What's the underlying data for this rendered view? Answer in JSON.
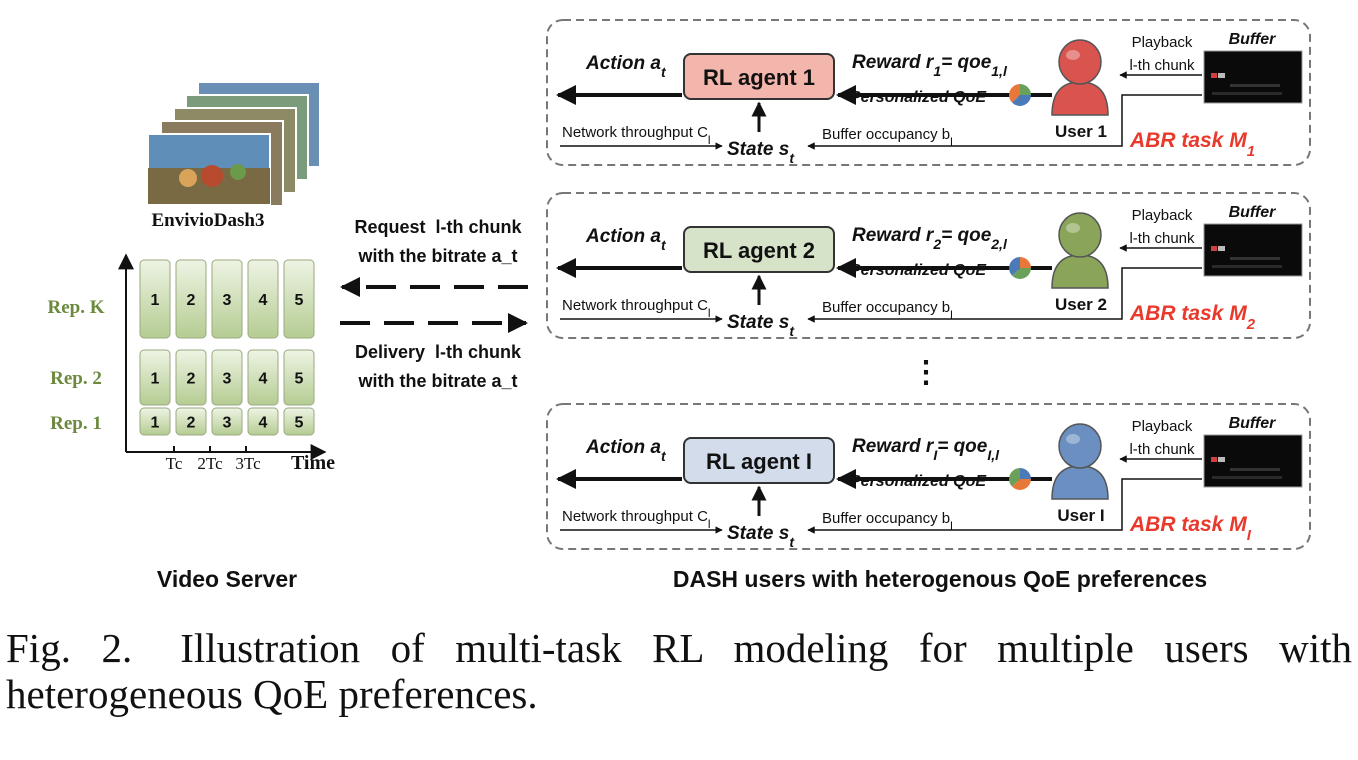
{
  "server": {
    "video_name": "EnvivioDash3",
    "reps": [
      "Rep. K",
      "Rep. 2",
      "Rep. 1"
    ],
    "chunk_numbers": [
      "1",
      "2",
      "3",
      "4",
      "5"
    ],
    "time_ticks": [
      "Tc",
      "2Tc",
      "3Tc"
    ],
    "time_axis_label": "Time",
    "title": "Video Server"
  },
  "links": {
    "request_line1": "Request  l-th chunk",
    "request_line2": "with the bitrate a_t",
    "delivery_line1": "Delivery  l-th chunk",
    "delivery_line2": "with the bitrate a_t"
  },
  "users_panel": {
    "title": "DASH users with heterogenous QoE preferences",
    "ellipsis": "⋮",
    "labels": {
      "action": "Action a_t",
      "state": "State s_t",
      "network": "Network throughput C_l",
      "buffer_occupancy": "Buffer occupancy b_l",
      "personalized_qoe": "Personalized QoE",
      "playback": "Playback",
      "chunk": "l-th chunk",
      "buffer": "Buffer"
    },
    "tasks": [
      {
        "agent": "RL agent 1",
        "reward": "Reward r_1= qoe_1,l",
        "user": "User 1",
        "task": "ABR task M_1",
        "agent_color": "#f3b6ad"
      },
      {
        "agent": "RL agent 2",
        "reward": "Reward r_2= qoe_2,l",
        "user": "User 2",
        "task": "ABR task M_2",
        "agent_color": "#d7e3c8"
      },
      {
        "agent": "RL agent I",
        "reward": "Reward r_I= qoe_I,l",
        "user": "User I",
        "task": "ABR task M_I",
        "agent_color": "#d3dcea"
      }
    ],
    "user_colors": [
      "#d9534f",
      "#8aa55a",
      "#6a8fc0"
    ],
    "task_color": "#e8392b"
  },
  "caption": {
    "label": "Fig. 2.",
    "text": "Illustration of multi-task RL modeling for multiple users with heterogeneous QoE preferences."
  }
}
